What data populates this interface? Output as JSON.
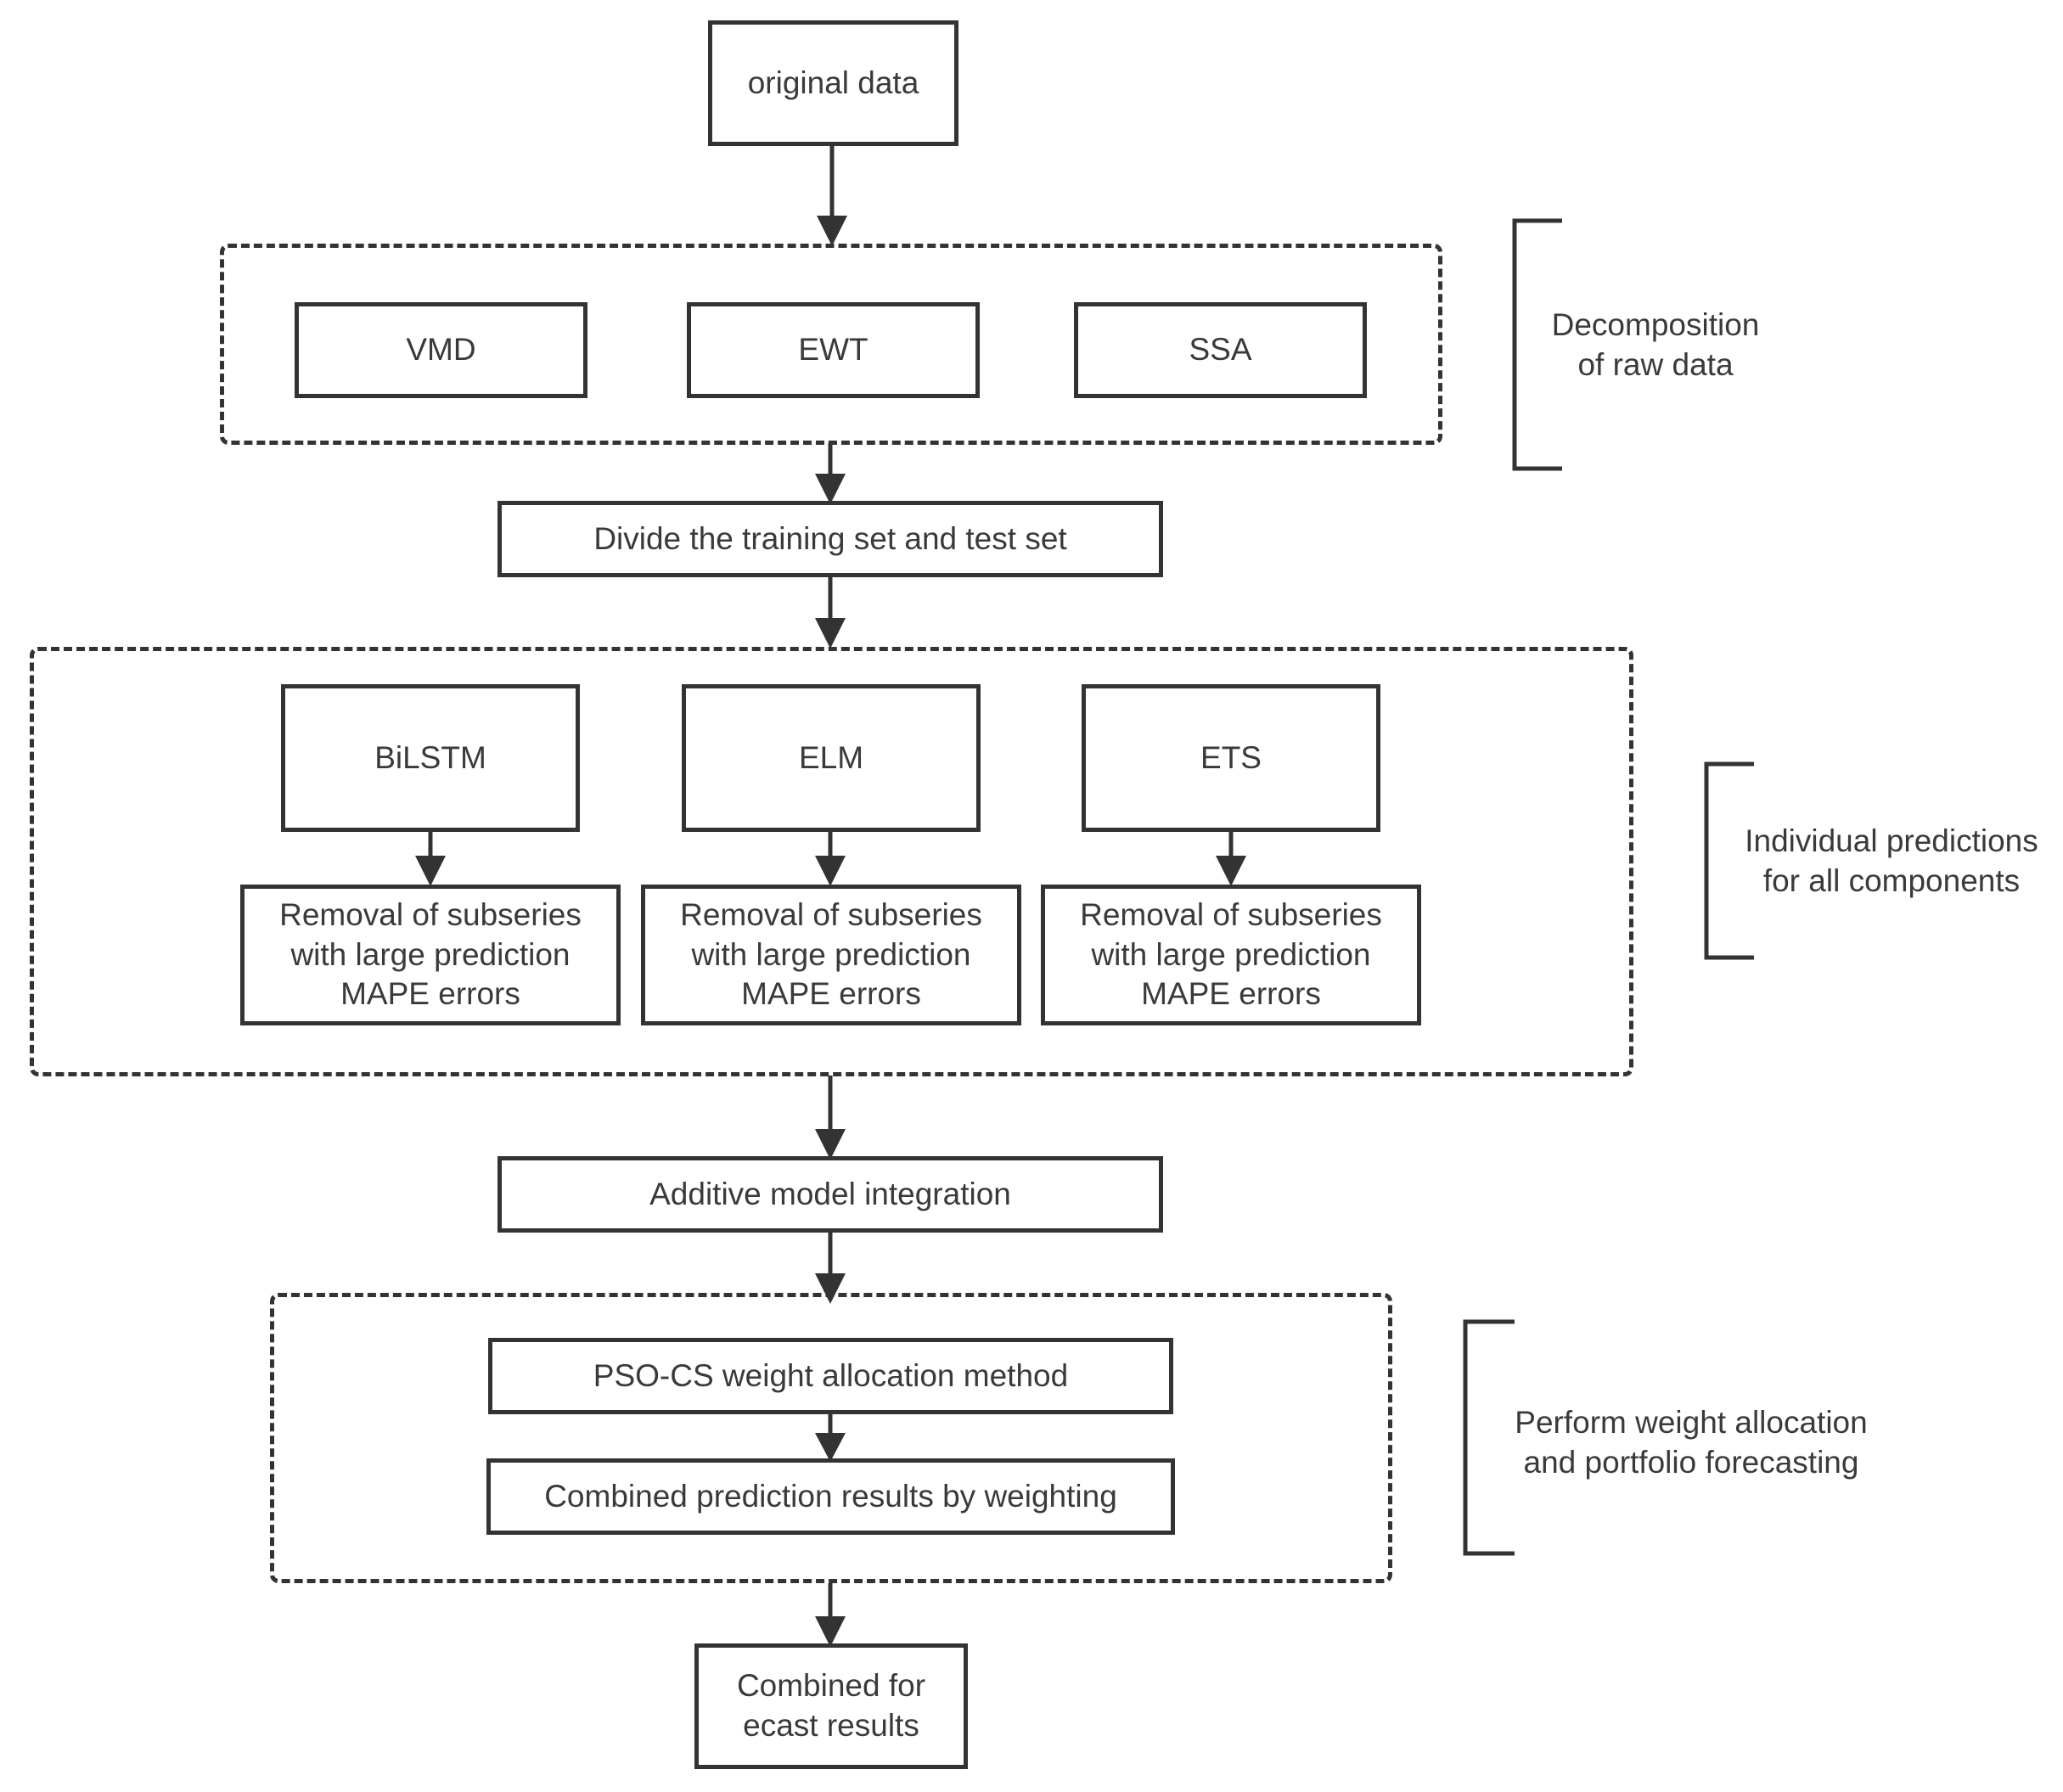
{
  "nodes": {
    "original": "original data",
    "vmd": "VMD",
    "ewt": "EWT",
    "ssa": "SSA",
    "divide": "Divide the training set and test set",
    "bilstm": "BiLSTM",
    "elm": "ELM",
    "ets": "ETS",
    "removal": [
      "Removal of subseries",
      "with large prediction",
      "MAPE errors"
    ],
    "additive": "Additive model integration",
    "pso": "PSO-CS weight allocation method",
    "combined_weighting": "Combined prediction results by weighting",
    "final_line1": "Combined for",
    "final_line2": "ecast results"
  },
  "annotations": {
    "decomposition": [
      "Decomposition",
      "of raw data"
    ],
    "individual": [
      "Individual predictions",
      "for all components"
    ],
    "weight": [
      "Perform weight allocation",
      "and portfolio forecasting"
    ]
  },
  "colors": {
    "stroke": "#333333",
    "text": "#3a3a3a",
    "background": "#ffffff"
  }
}
